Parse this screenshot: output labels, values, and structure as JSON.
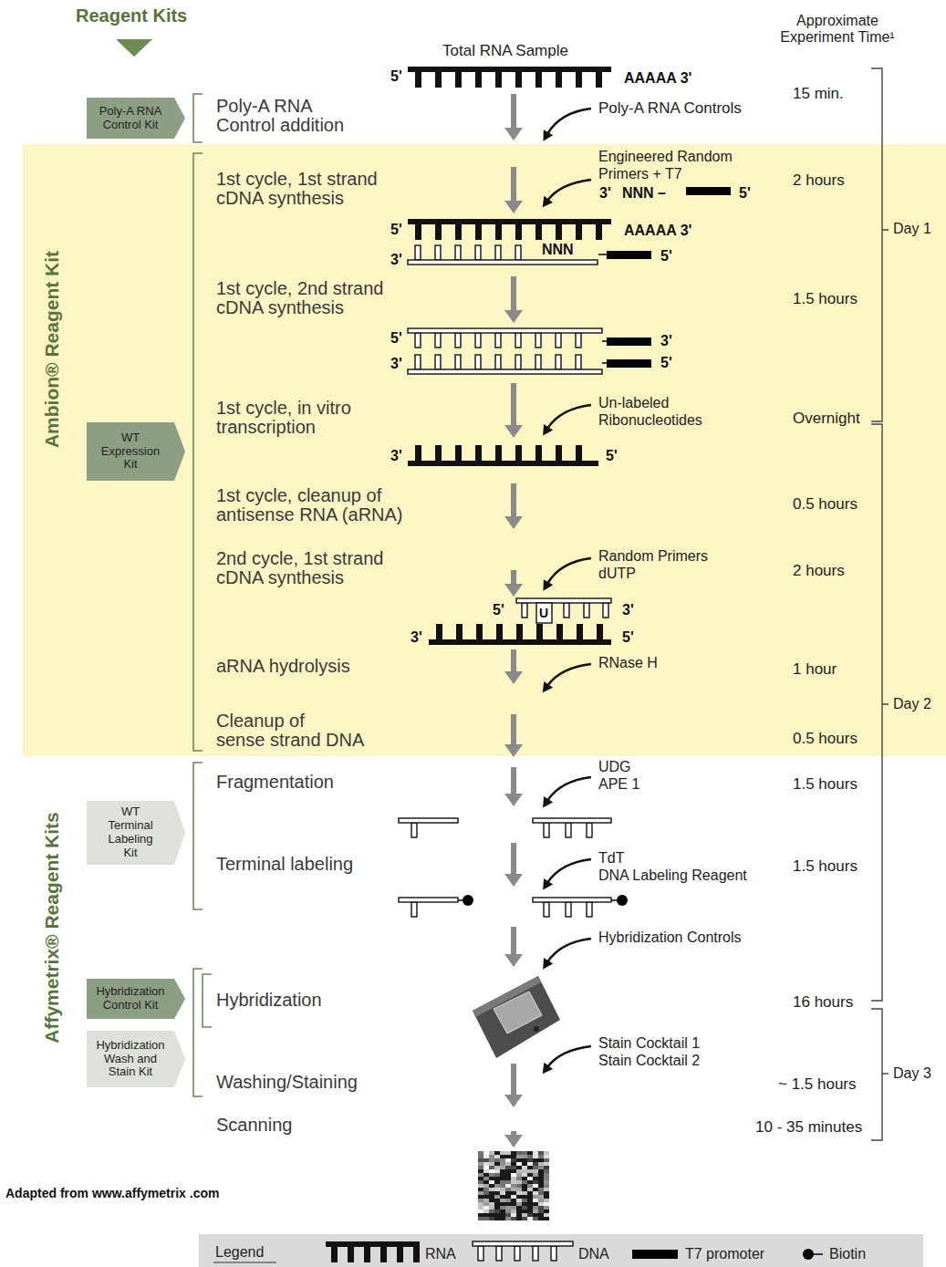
{
  "diagram": {
    "title": "Reagent Kits",
    "caption": "Adapted from www.affymetrix .com",
    "nodes": [
      {
        "text": [
          "Poly-A RNA Control Kit"
        ]
      },
      {
        "text": [
          "Ambion® Reagent Kit"
        ]
      },
      {
        "text": [
          "WT Expression Kit"
        ],
        "in": 1
      },
      {
        "text": [
          "WT Terminal Labeling Kit"
        ]
      },
      {
        "text": [
          "Hybridization Control Kit"
        ]
      },
      {
        "text": [
          "Hybridization Wash and Stain Kit"
        ]
      }
    ],
    "labels": [
      "Total RNA Sample",
      "5'",
      "AAAAA 3'",
      "Approximate Experiment Time¹",
      "Poly-A RNA Control addition",
      "Poly-A RNA Controls",
      "15 min.",
      "1st cycle, 1st strand cDNA synthesis",
      "Engineered Random Primers + T7",
      "3'",
      "NNN –",
      "5'",
      "2 hours",
      "Day 1",
      "5'",
      "AAAAA 3'",
      "3'",
      "NNN",
      "5'",
      "1st cycle, 2nd strand cDNA synthesis",
      "1.5 hours",
      "5'",
      "3'",
      "3'",
      "5'",
      "1st cycle, in vitro transcription",
      "Un-labeled Ribonucleotides",
      "Overnight",
      "3'",
      "5'",
      "1st cycle, cleanup of antisense RNA (aRNA)",
      "0.5 hours",
      "2nd cycle, 1st strand cDNA synthesis",
      "Random Primers dUTP",
      "2 hours",
      "5'",
      "U",
      "3'",
      "3'",
      "5'",
      "aRNA hydrolysis",
      "RNase H",
      "1 hour",
      "Day 2",
      "Cleanup of sense strand DNA",
      "0.5 hours",
      "Fragmentation",
      "UDG APE 1",
      "1.5 hours",
      "Terminal labeling",
      "TdT DNA Labeling Reagent",
      "1.5 hours",
      "Hybridization Controls",
      "Hybridization",
      "16 hours",
      "Washing/Staining",
      "Stain Cocktail 1 Stain Cocktail 2",
      "~ 1.5 hours",
      "Day 3",
      "Scanning",
      "10 - 35 minutes",
      "Affymetrix® Reagent Kits",
      "Legend"
    ],
    "legend": [
      {
        "text": "RNA"
      },
      {
        "text": "DNA"
      },
      {
        "text": "T7 promoter",
        "color": "#000000"
      },
      {
        "text": "Biotin"
      }
    ]
  }
}
